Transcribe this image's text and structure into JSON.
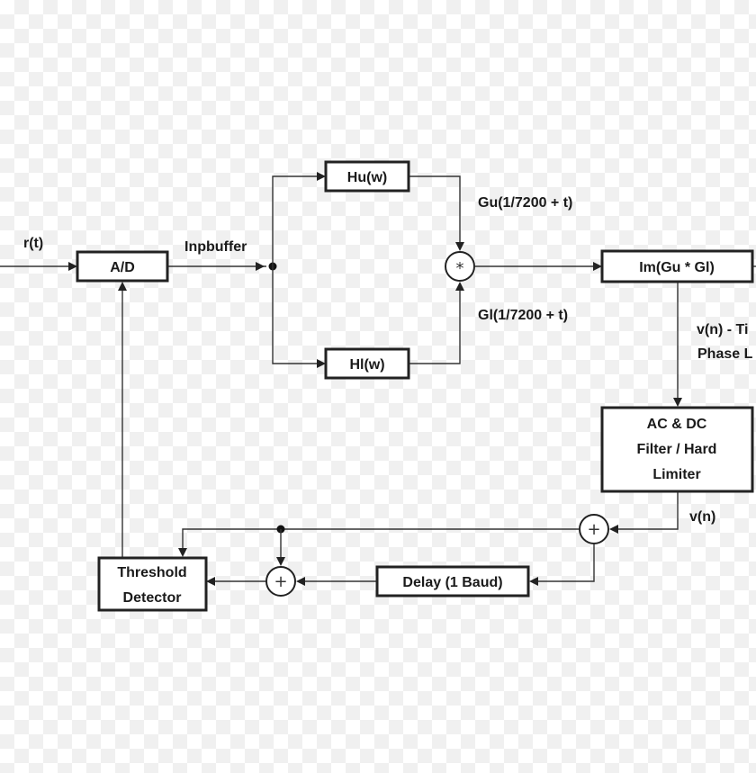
{
  "blocks": {
    "ad": "A/D",
    "hu": "Hu(w)",
    "hl": "Hl(w)",
    "im": "Im(Gu * Gl)",
    "filter": [
      "AC & DC",
      "Filter / Hard",
      "Limiter"
    ],
    "threshold": [
      "Threshold",
      "Detector"
    ],
    "delay": "Delay (1 Baud)"
  },
  "nodes": {
    "mult": "*",
    "sum_right": "+",
    "sum_left": "+"
  },
  "signals": {
    "input": "r(t)",
    "inpbuffer": "Inpbuffer",
    "gu": "Gu(1/7200 + t)",
    "gl": "Gl(1/7200 + t)",
    "vn_ti": "v(n) - Ti",
    "phase": "Phase L",
    "vn": "v(n)"
  }
}
